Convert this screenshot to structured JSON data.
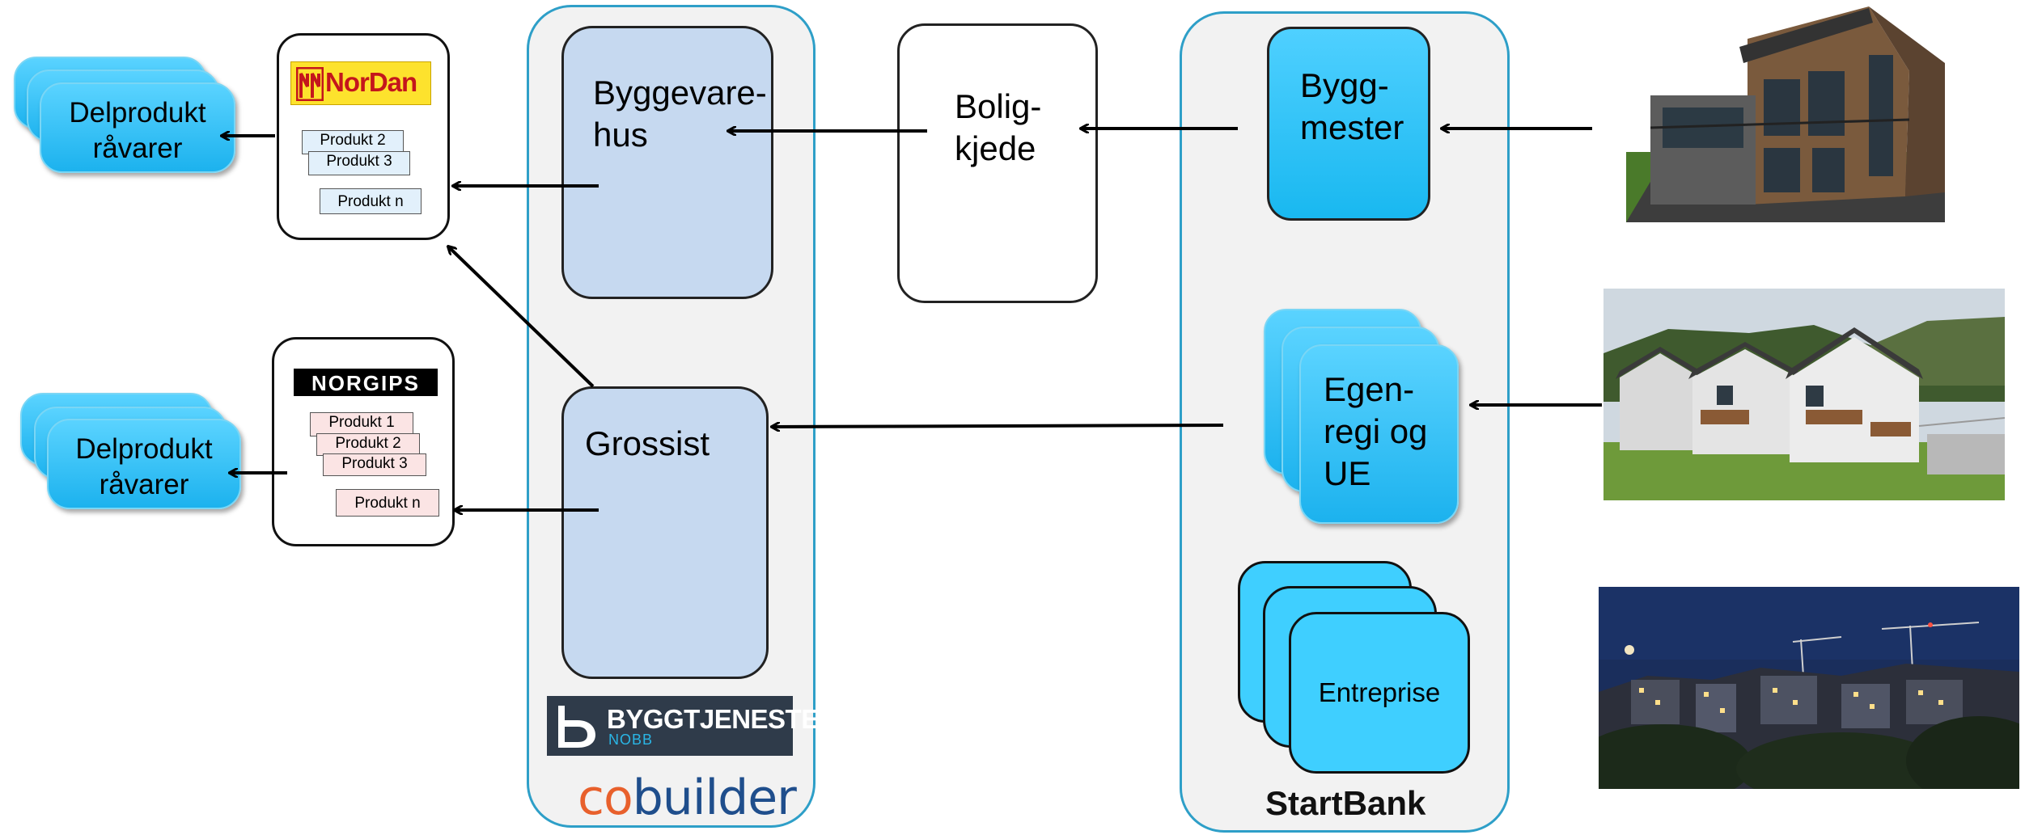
{
  "nodes": {
    "byggevarehus": "Byggevare-\nhus",
    "grossist": "Grossist",
    "boligkjede": "Bolig-\nkjede",
    "byggmester": "Bygg-\nmester",
    "egenregi": "Egen-\nregi og\nUE",
    "entreprise": "Entreprise",
    "delprodukt_top": "Delprodukt\nråvarer",
    "delprodukt_bottom": "Delprodukt\nråvarer"
  },
  "manufacturers": {
    "nordan": {
      "logo_text": "NorDan",
      "products": [
        "Produkt 2",
        "Produkt 3",
        "Produkt n"
      ]
    },
    "norgips": {
      "logo_text": "NORGIPS",
      "products": [
        "Produkt 1",
        "Produkt 2",
        "Produkt 3",
        "Produkt n"
      ]
    }
  },
  "logos": {
    "byggtjeneste_main": "BYGGTJENESTE",
    "byggtjeneste_sub": "NOBB",
    "cobuilder_co": "co",
    "cobuilder_rest": "builder",
    "startbank": "StartBank"
  },
  "colors": {
    "panel_border": "#2e9fc8",
    "panel_fill": "#f2f2f2",
    "light_blue": "#c6d9f0",
    "cyan": "#1cb8f0",
    "cobuilder_co": "#e8602c",
    "cobuilder_builder": "#1f4e8c"
  }
}
